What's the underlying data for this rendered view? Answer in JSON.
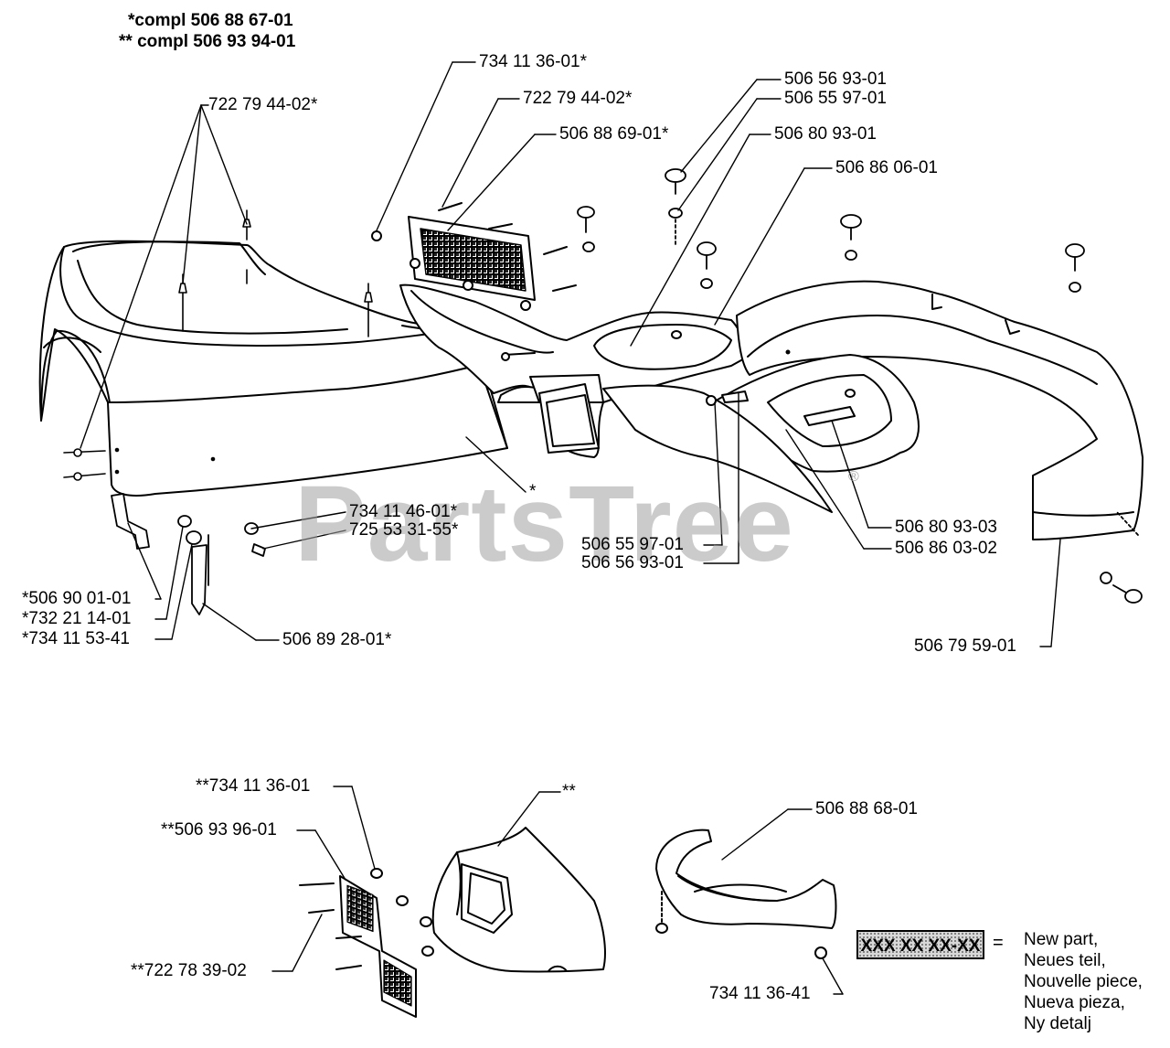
{
  "header": {
    "compl_1": "*compl 506 88 67-01",
    "compl_2": "** compl 506 93 94-01"
  },
  "watermark": "PartsTree",
  "parts": {
    "p734113601s": "734 11 36-01*",
    "p722794402s_a": "722 79 44-02*",
    "p722794402s_b": "722 79 44-02*",
    "p506886901s": "506 88 69-01*",
    "p506569301_a": "506 56 93-01",
    "p506559701_a": "506 55 97-01",
    "p506809301": "506 80 93-01",
    "p506860601": "506 86 06-01",
    "p734114601s": "734 11 46-01*",
    "p725533155s": "725 53 31-55*",
    "star": "*",
    "p506559701_b": "506 55 97-01",
    "p506569301_b": "506 56 93-01",
    "p506809303": "506 80 93-03",
    "p506860302": "506 86 03-02",
    "p506900101s": "*506 90 01-01",
    "p732211401s": "*732 21 14-01",
    "p734115341s": "*734 11 53-41",
    "p506892801s": "506 89 28-01*",
    "p506795901": "506 79 59-01",
    "p734113601ss": "**734 11 36-01",
    "p506939601ss": "**506 93 96-01",
    "p722783902ss": "**722 78 39-02",
    "doublestar": "**",
    "p506886801": "506 88 68-01",
    "p734113641": "734 11 36-41"
  },
  "legend": {
    "code": "XXX XX XX-XX",
    "equals": "=",
    "lines": [
      "New part,",
      "Neues teil,",
      "Nouvelle piece,",
      "Nueva pieza,",
      "Ny detalj"
    ]
  }
}
